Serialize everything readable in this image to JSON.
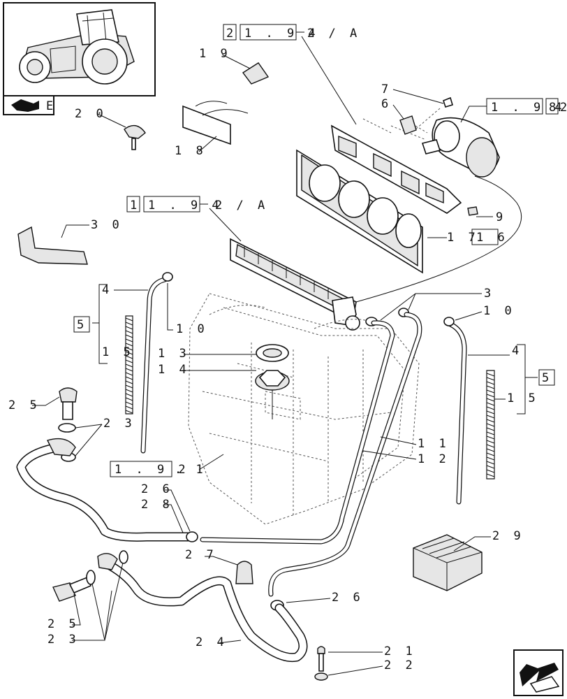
{
  "callouts": {
    "c2": "2",
    "c2a": "2 / A",
    "c19": "1 9",
    "c7": "7",
    "c6": "6",
    "c8": "2",
    "c20": "2 0",
    "c18": "1 8",
    "c1": "1",
    "c1a": "2 / A",
    "c9": "9",
    "c17": "1 7",
    "c16": "6",
    "c30": "3 0",
    "c4l": "4",
    "c5l": "5",
    "c15l": "1 5",
    "c10l": "1 0",
    "c3": "3",
    "c10r": "1 0",
    "c13": "1 3",
    "c14": "1 4",
    "c4r": "4",
    "c5r": "5",
    "c15r": "1 5",
    "c25a": "2 5",
    "c23a": "2 3",
    "c11": "1 1",
    "c12": "1 2",
    "c192": "1 . 9 2",
    "c192s": ". 1",
    "c26a": "2 6",
    "c28": "2 8",
    "c27": "2 7",
    "c29": "2 9",
    "c26b": "2 6",
    "c25b": "2 5",
    "c23b": "2 3",
    "c24": "2 4",
    "c21": "2 1",
    "c22": "2 2",
    "c194a": "1 . 9 4",
    "c194b": "1 . 9 4",
    "c194c": "1 . 9 4",
    "c8box": "8",
    "c1box": "1",
    "c16box": "1 6",
    "c2box": "2",
    "cE": "E"
  },
  "colors": {
    "line": "#111111",
    "fill": "#e6e6e6",
    "background": "#ffffff"
  },
  "icons": {
    "thumbnail": "tractor-thumbnail-icon",
    "nav": "next-page-arrow-icon",
    "book": "book-icon"
  }
}
